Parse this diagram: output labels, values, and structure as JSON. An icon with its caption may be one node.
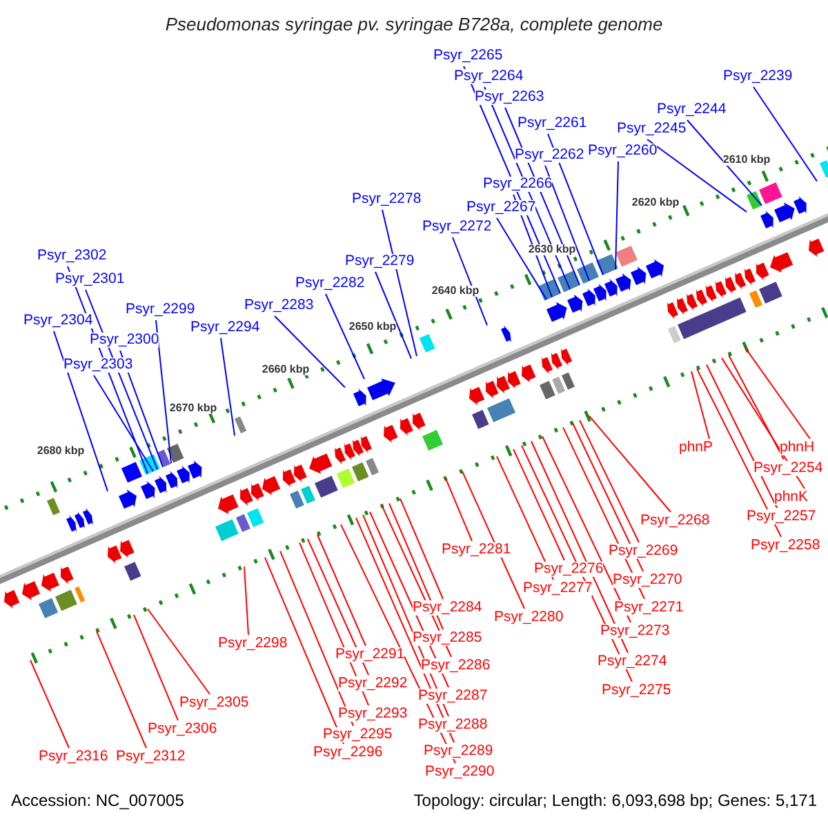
{
  "diagram": {
    "title": "Pseudomonas syringae pv. syringae B728a, complete genome",
    "nodes": [
      {
        "text": [
          "Psyr_2265"
        ]
      },
      {
        "text": [
          "Psyr_2239"
        ]
      },
      {
        "text": [
          "Psyr_2264"
        ]
      },
      {
        "text": [
          "Psyr_2263"
        ]
      },
      {
        "text": [
          "Psyr_2244"
        ]
      },
      {
        "text": [
          "Psyr_2261"
        ]
      },
      {
        "text": [
          "Psyr_2245"
        ]
      },
      {
        "text": [
          "Psyr_2262"
        ]
      },
      {
        "text": [
          "Psyr_2260"
        ]
      },
      {
        "text": [
          "Psyr_2266"
        ]
      },
      {
        "text": [
          "Psyr_2278"
        ]
      },
      {
        "text": [
          "Psyr_2267"
        ]
      },
      {
        "text": [
          "Psyr_2272"
        ]
      },
      {
        "text": [
          "Psyr_2302"
        ]
      },
      {
        "text": [
          "Psyr_2279"
        ]
      },
      {
        "text": [
          "Psyr_2301"
        ]
      },
      {
        "text": [
          "Psyr_2282"
        ]
      },
      {
        "text": [
          "Psyr_2283"
        ]
      },
      {
        "text": [
          "Psyr_2299"
        ]
      },
      {
        "text": [
          "Psyr_2304"
        ]
      },
      {
        "text": [
          "Psyr_2294"
        ]
      },
      {
        "text": [
          "Psyr_2300"
        ]
      },
      {
        "text": [
          "Psyr_2303"
        ]
      },
      {
        "text": [
          "phnP"
        ]
      },
      {
        "text": [
          "phnH"
        ]
      },
      {
        "text": [
          "Psyr_2254"
        ]
      },
      {
        "text": [
          "phnK"
        ]
      },
      {
        "text": [
          "Psyr_2257"
        ]
      },
      {
        "text": [
          "Psyr_2268"
        ]
      },
      {
        "text": [
          "Psyr_2258"
        ]
      },
      {
        "text": [
          "Psyr_2281"
        ]
      },
      {
        "text": [
          "Psyr_2269"
        ]
      },
      {
        "text": [
          "Psyr_2276"
        ]
      },
      {
        "text": [
          "Psyr_2270"
        ]
      },
      {
        "text": [
          "Psyr_2277"
        ]
      },
      {
        "text": [
          "Psyr_2284"
        ]
      },
      {
        "text": [
          "Psyr_2271"
        ]
      },
      {
        "text": [
          "Psyr_2280"
        ]
      },
      {
        "text": [
          "Psyr_2273"
        ]
      },
      {
        "text": [
          "Psyr_2285"
        ]
      },
      {
        "text": [
          "Psyr_2298"
        ]
      },
      {
        "text": [
          "Psyr_2291"
        ]
      },
      {
        "text": [
          "Psyr_2274"
        ]
      },
      {
        "text": [
          "Psyr_2286"
        ]
      },
      {
        "text": [
          "Psyr_2292"
        ]
      },
      {
        "text": [
          "Psyr_2275"
        ]
      },
      {
        "text": [
          "Psyr_2287"
        ]
      },
      {
        "text": [
          "Psyr_2305"
        ]
      },
      {
        "text": [
          "Psyr_2293"
        ]
      },
      {
        "text": [
          "Psyr_2288"
        ]
      },
      {
        "text": [
          "Psyr_2306"
        ]
      },
      {
        "text": [
          "Psyr_2295"
        ]
      },
      {
        "text": [
          "Psyr_2289"
        ]
      },
      {
        "text": [
          "Psyr_2296"
        ]
      },
      {
        "text": [
          "Psyr_2316"
        ]
      },
      {
        "text": [
          "Psyr_2312"
        ]
      },
      {
        "text": [
          "Psyr_2290"
        ]
      }
    ],
    "edges": [
      {
        "from": 0,
        "to": null,
        "arrow": "none",
        "color": "#0000ff"
      },
      {
        "from": 1,
        "to": null,
        "arrow": "none",
        "color": "#0000ff"
      },
      {
        "from": 2,
        "to": null,
        "arrow": "none",
        "color": "#0000ff"
      },
      {
        "from": 3,
        "to": null,
        "arrow": "none",
        "color": "#0000ff"
      },
      {
        "from": 4,
        "to": null,
        "arrow": "none",
        "color": "#0000ff"
      },
      {
        "from": 5,
        "to": null,
        "arrow": "none",
        "color": "#0000ff"
      },
      {
        "from": 6,
        "to": null,
        "arrow": "none",
        "color": "#0000ff"
      },
      {
        "from": 7,
        "to": null,
        "arrow": "none",
        "color": "#0000ff"
      },
      {
        "from": 8,
        "to": null,
        "arrow": "none",
        "color": "#0000ff"
      },
      {
        "from": 9,
        "to": null,
        "arrow": "none",
        "color": "#0000ff"
      },
      {
        "from": 10,
        "to": null,
        "arrow": "none",
        "color": "#0000ff"
      },
      {
        "from": 11,
        "to": null,
        "arrow": "none",
        "color": "#0000ff"
      },
      {
        "from": 12,
        "to": null,
        "arrow": "none",
        "color": "#0000ff"
      },
      {
        "from": 13,
        "to": null,
        "arrow": "none",
        "color": "#0000ff"
      },
      {
        "from": 14,
        "to": null,
        "arrow": "none",
        "color": "#0000ff"
      },
      {
        "from": 15,
        "to": null,
        "arrow": "none",
        "color": "#0000ff"
      },
      {
        "from": 16,
        "to": null,
        "arrow": "none",
        "color": "#0000ff"
      },
      {
        "from": 17,
        "to": null,
        "arrow": "none",
        "color": "#0000ff"
      },
      {
        "from": 18,
        "to": null,
        "arrow": "none",
        "color": "#0000ff"
      },
      {
        "from": 19,
        "to": null,
        "arrow": "none",
        "color": "#0000ff"
      },
      {
        "from": 20,
        "to": null,
        "arrow": "none",
        "color": "#0000ff"
      },
      {
        "from": 21,
        "to": null,
        "arrow": "none",
        "color": "#0000ff"
      },
      {
        "from": 22,
        "to": null,
        "arrow": "none",
        "color": "#0000ff"
      },
      {
        "from": 23,
        "to": null,
        "arrow": "none"
      },
      {
        "from": 24,
        "to": null,
        "arrow": "none"
      },
      {
        "from": 25,
        "to": null,
        "arrow": "none"
      },
      {
        "from": 26,
        "to": null,
        "arrow": "none"
      },
      {
        "from": 27,
        "to": null,
        "arrow": "none"
      },
      {
        "from": 28,
        "to": null,
        "arrow": "none"
      },
      {
        "from": 29,
        "to": null,
        "arrow": "none"
      },
      {
        "from": 30,
        "to": null,
        "arrow": "none"
      },
      {
        "from": 31,
        "to": null,
        "arrow": "none"
      },
      {
        "from": 32,
        "to": null,
        "arrow": "none"
      },
      {
        "from": 33,
        "to": null,
        "arrow": "none"
      },
      {
        "from": 34,
        "to": null,
        "arrow": "none"
      },
      {
        "from": 35,
        "to": null,
        "arrow": "none"
      },
      {
        "from": 36,
        "to": null,
        "arrow": "none"
      },
      {
        "from": 37,
        "to": null,
        "arrow": "none"
      },
      {
        "from": 38,
        "to": null,
        "arrow": "none"
      },
      {
        "from": 39,
        "to": null,
        "arrow": "none"
      },
      {
        "from": 40,
        "to": null,
        "arrow": "none"
      },
      {
        "from": 41,
        "to": null,
        "arrow": "none"
      },
      {
        "from": 42,
        "to": null,
        "arrow": "none"
      },
      {
        "from": 43,
        "to": null,
        "arrow": "none"
      },
      {
        "from": 44,
        "to": null,
        "arrow": "none"
      },
      {
        "from": 45,
        "to": null,
        "arrow": "none"
      },
      {
        "from": 46,
        "to": null,
        "arrow": "none"
      },
      {
        "from": 47,
        "to": null,
        "arrow": "none"
      },
      {
        "from": 48,
        "to": null,
        "arrow": "none"
      },
      {
        "from": 49,
        "to": null,
        "arrow": "none"
      },
      {
        "from": 50,
        "to": null,
        "arrow": "none"
      },
      {
        "from": 51,
        "to": null,
        "arrow": "none"
      },
      {
        "from": 52,
        "to": null,
        "arrow": "none"
      },
      {
        "from": 53,
        "to": null,
        "arrow": "none"
      },
      {
        "from": 54,
        "to": null,
        "arrow": "none"
      },
      {
        "from": 55,
        "to": null,
        "arrow": "none"
      },
      {
        "from": 56,
        "to": null,
        "arrow": "none"
      }
    ],
    "labels": [
      "2610 kbp",
      "2620 kbp",
      "2630 kbp",
      "2640 kbp",
      "2650 kbp",
      "2660 kbp",
      "2670 kbp",
      "2680 kbp",
      "Accession: NC_007005",
      "Topology: circular; Length: 6,093,698 bp; Genes: 5,171"
    ]
  }
}
